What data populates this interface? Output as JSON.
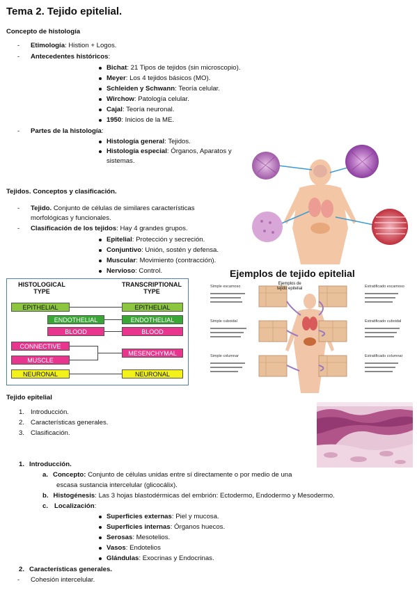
{
  "title": "Tema 2. Tejido epitelial.",
  "s1": {
    "heading": "Concepto de histología",
    "etim_label": "Etimología",
    "etim_text": ": Histion + Logos.",
    "antec_label": "Antecedentes históricos",
    "antec_colon": ":",
    "items": [
      {
        "label": "Bichat",
        "text": ": 21 Tipos de tejidos (sin microscopio)."
      },
      {
        "label": "Meyer",
        "text": ": Los 4 tejidos básicos (MO)."
      },
      {
        "label": "Schleiden y Schwann",
        "text": ": Teoría celular."
      },
      {
        "label": "Wirchow",
        "text": ": Patología celular."
      },
      {
        "label": "Cajal",
        "text": ": Teoría neuronal."
      },
      {
        "label": "1950",
        "text": ": Inicios de la ME."
      }
    ],
    "partes_label": "Partes de la histología",
    "partes_colon": ":",
    "partes": [
      {
        "label": "Histología general",
        "text": ": Tejidos."
      },
      {
        "label": "Histología especial",
        "text": ": Órganos, Aparatos y"
      }
    ],
    "partes_cont": "sistemas."
  },
  "s2": {
    "heading": "Tejidos. Conceptos y clasificación.",
    "tejido_label": "Tejido.",
    "tejido_text": " Conjunto de células de similares características",
    "tejido_cont": "morfológicas y funcionales.",
    "clasif_label": "Clasificación de los tejidos",
    "clasif_text": ": Hay 4 grandes grupos.",
    "tipos": [
      {
        "label": "Epitelial",
        "text": ": Protección y secreción."
      },
      {
        "label": "Conjuntivo",
        "text": ": Unión, sostén y defensa."
      },
      {
        "label": "Muscular",
        "text": ": Movimiento (contracción)."
      },
      {
        "label": "Nervioso",
        "text": ": Control."
      }
    ]
  },
  "table": {
    "hist_header": "HISTOLOGICAL\nTYPE",
    "trans_header": "TRANSCRIPTIONAL\nTYPE",
    "left": [
      "EPITHELIAL",
      "ENDOTHELIAL",
      "BLOOD",
      "CONNECTIVE",
      "MUSCLE",
      "NEURONAL"
    ],
    "right": [
      "EPITHELIAL",
      "ENDOTHELIAL",
      "BLOOD",
      "MESENCHYMAL",
      "NEURONAL"
    ],
    "colors": {
      "green": "#8cc63f",
      "green_dark": "#3aa636",
      "pink": "#e8368f",
      "yellow": "#f2f21a"
    }
  },
  "figure": {
    "title": "Ejemplos de tejido epitelial",
    "title_color": "#2a6db5",
    "center_label": "Ejemplos de\ntejido epitelial",
    "left_labels": [
      "Simple escamoso",
      "Simple cuboidal",
      "Simple columnar"
    ],
    "right_labels": [
      "Estratificado escamoso",
      "Estratificado cuboidal",
      "Estratificado columnar"
    ]
  },
  "s3": {
    "heading": "Tejido epitelial",
    "toc": [
      {
        "num": "1.",
        "text": "Introducción."
      },
      {
        "num": "2.",
        "text": "Características generales."
      },
      {
        "num": "3.",
        "text": "Clasificación."
      }
    ],
    "intro_num": "1.",
    "intro_label": "Introducción.",
    "a_letter": "a.",
    "a_label": "Concepto:",
    "a_text": " Conjunto de células unidas entre sí directamente o por medio de una",
    "a_cont": "escasa sustancia intercelular (glicocálix).",
    "b_letter": "b.",
    "b_label": "Histogénesis",
    "b_text": ": Las 3 hojas blastodérmicas del embrión: Ectodermo, Endodermo y Mesodermo.",
    "c_letter": "c.",
    "c_label": "Localización",
    "c_colon": ":",
    "loc": [
      {
        "label": "Superficies externas",
        "text": ": Piel y mucosa."
      },
      {
        "label": "Superficies internas",
        "text": ": Órganos huecos."
      },
      {
        "label": "Serosas",
        "text": ": Mesotelios."
      },
      {
        "label": "Vasos",
        "text": ": Endotelios"
      },
      {
        "label": "Glándulas",
        "text": ": Exocrinas y Endocrinas."
      }
    ],
    "car_num": "2.",
    "car_label": "Características generales.",
    "coh_text": "Cohesión intercelular."
  }
}
